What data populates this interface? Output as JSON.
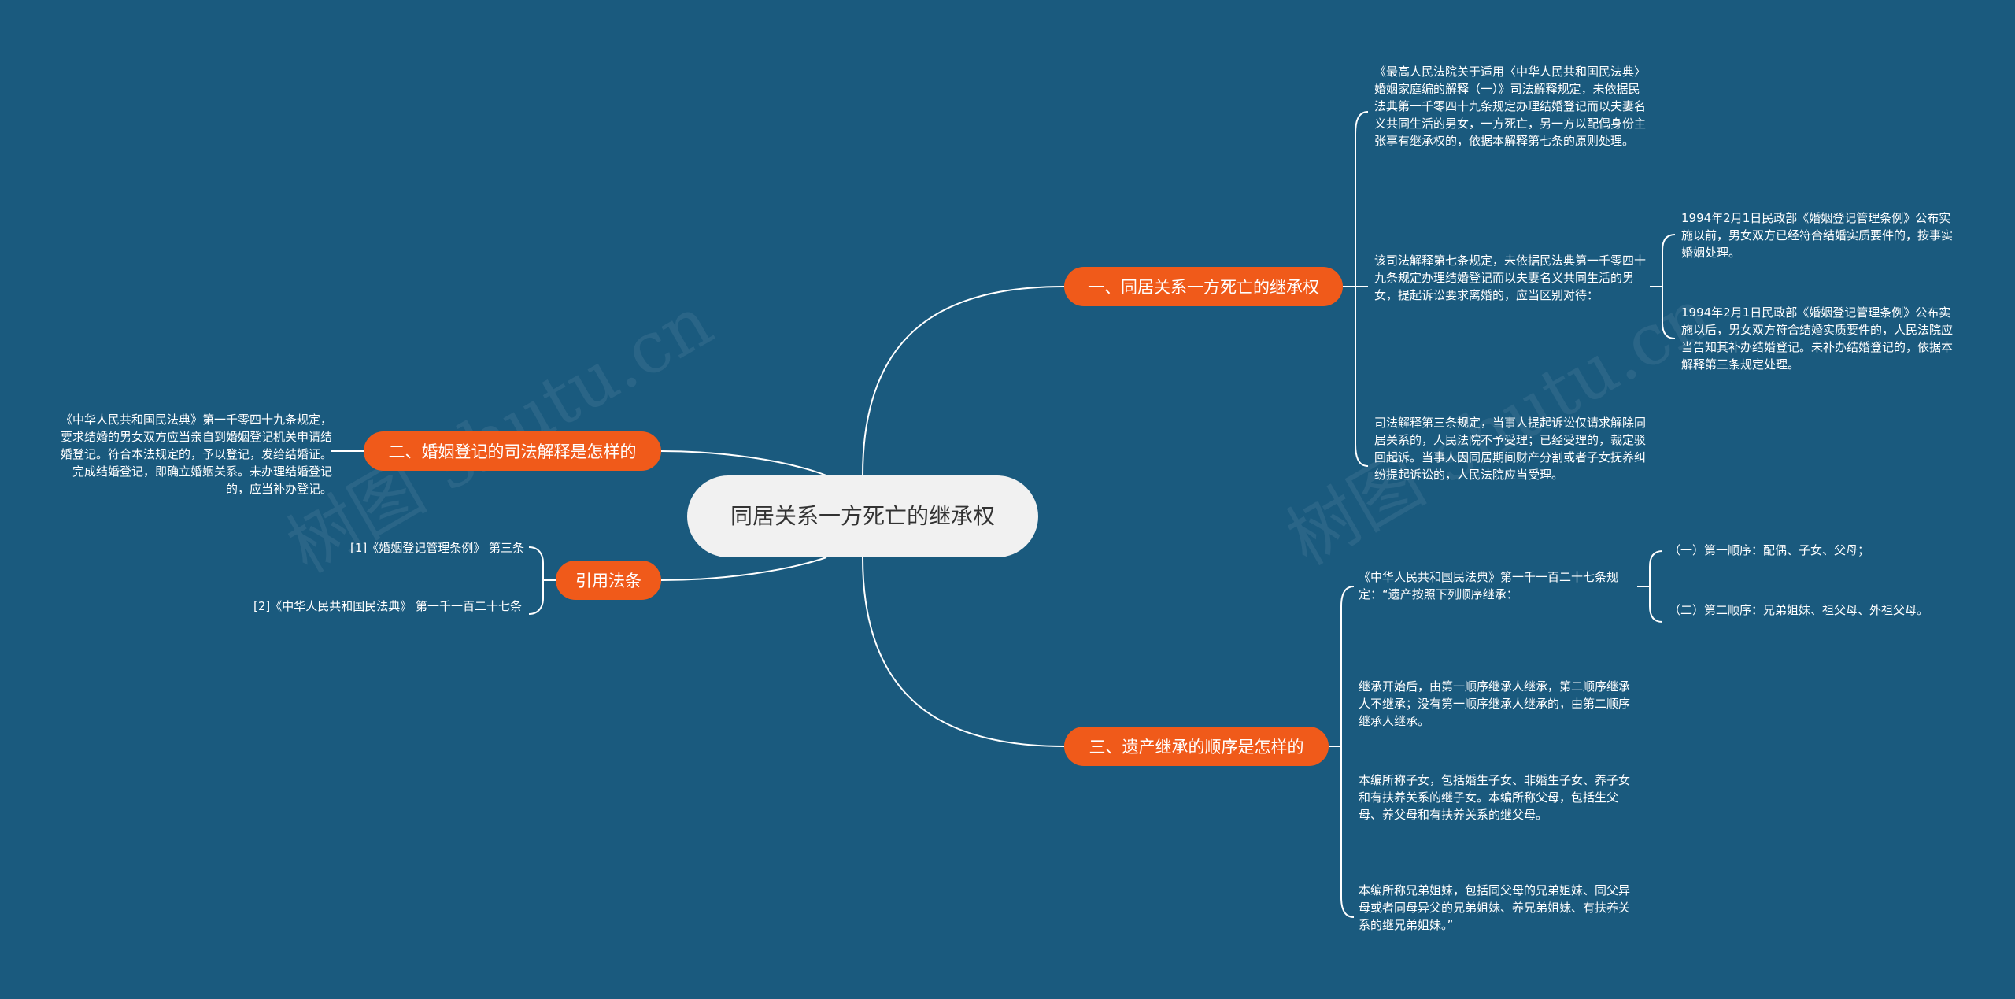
{
  "center": {
    "title": "同居关系一方死亡的继承权"
  },
  "branches": [
    {
      "id": "b1",
      "label": "一、同居关系一方死亡的继承权"
    },
    {
      "id": "b2",
      "label": "二、婚姻登记的司法解释是怎样的"
    },
    {
      "id": "b3",
      "label": "引用法条"
    },
    {
      "id": "b4",
      "label": "三、遗产继承的顺序是怎样的"
    }
  ],
  "leaves": {
    "b1_1": "《最高人民法院关于适用〈中华人民共和国民法典〉婚姻家庭编的解释（一）》司法解释规定，未依据民法典第一千零四十九条规定办理结婚登记而以夫妻名义共同生活的男女，一方死亡，另一方以配偶身份主张享有继承权的，依据本解释第七条的原则处理。",
    "b1_2": "该司法解释第七条规定，未依据民法典第一千零四十九条规定办理结婚登记而以夫妻名义共同生活的男女，提起诉讼要求离婚的，应当区别对待：",
    "b1_2a": "1994年2月1日民政部《婚姻登记管理条例》公布实施以前，男女双方已经符合结婚实质要件的，按事实婚姻处理。",
    "b1_2b": "1994年2月1日民政部《婚姻登记管理条例》公布实施以后，男女双方符合结婚实质要件的，人民法院应当告知其补办结婚登记。未补办结婚登记的，依据本解释第三条规定处理。",
    "b1_3": "司法解释第三条规定，当事人提起诉讼仅请求解除同居关系的，人民法院不予受理；已经受理的，裁定驳回起诉。当事人因同居期间财产分割或者子女抚养纠纷提起诉讼的，人民法院应当受理。",
    "b2_1": "《中华人民共和国民法典》第一千零四十九条规定，要求结婚的男女双方应当亲自到婚姻登记机关申请结婚登记。符合本法规定的，予以登记，发给结婚证。完成结婚登记，即确立婚姻关系。未办理结婚登记的，应当补办登记。",
    "b3_1": "[1]《婚姻登记管理条例》 第三条",
    "b3_2": "[2]《中华人民共和国民法典》 第一千一百二十七条",
    "b4_1": "《中华人民共和国民法典》第一千一百二十七条规定：“遗产按照下列顺序继承：",
    "b4_1a": "（一）第一顺序：配偶、子女、父母；",
    "b4_1b": "（二）第二顺序：兄弟姐妹、祖父母、外祖父母。",
    "b4_2": "继承开始后，由第一顺序继承人继承，第二顺序继承人不继承；没有第一顺序继承人继承的，由第二顺序继承人继承。",
    "b4_3": "本编所称子女，包括婚生子女、非婚生子女、养子女和有扶养关系的继子女。本编所称父母，包括生父母、养父母和有扶养关系的继父母。",
    "b4_4": "本编所称兄弟姐妹，包括同父母的兄弟姐妹、同父异母或者同母异父的兄弟姐妹、养兄弟姐妹、有扶养关系的继兄弟姐妹。”"
  },
  "watermark": [
    "树图 shutu.cn",
    "树图 shutu.cn"
  ],
  "colors": {
    "background": "#1a5a7e",
    "branch": "#f05a1a",
    "center": "#f1f1f1",
    "link": "#ffffff"
  }
}
